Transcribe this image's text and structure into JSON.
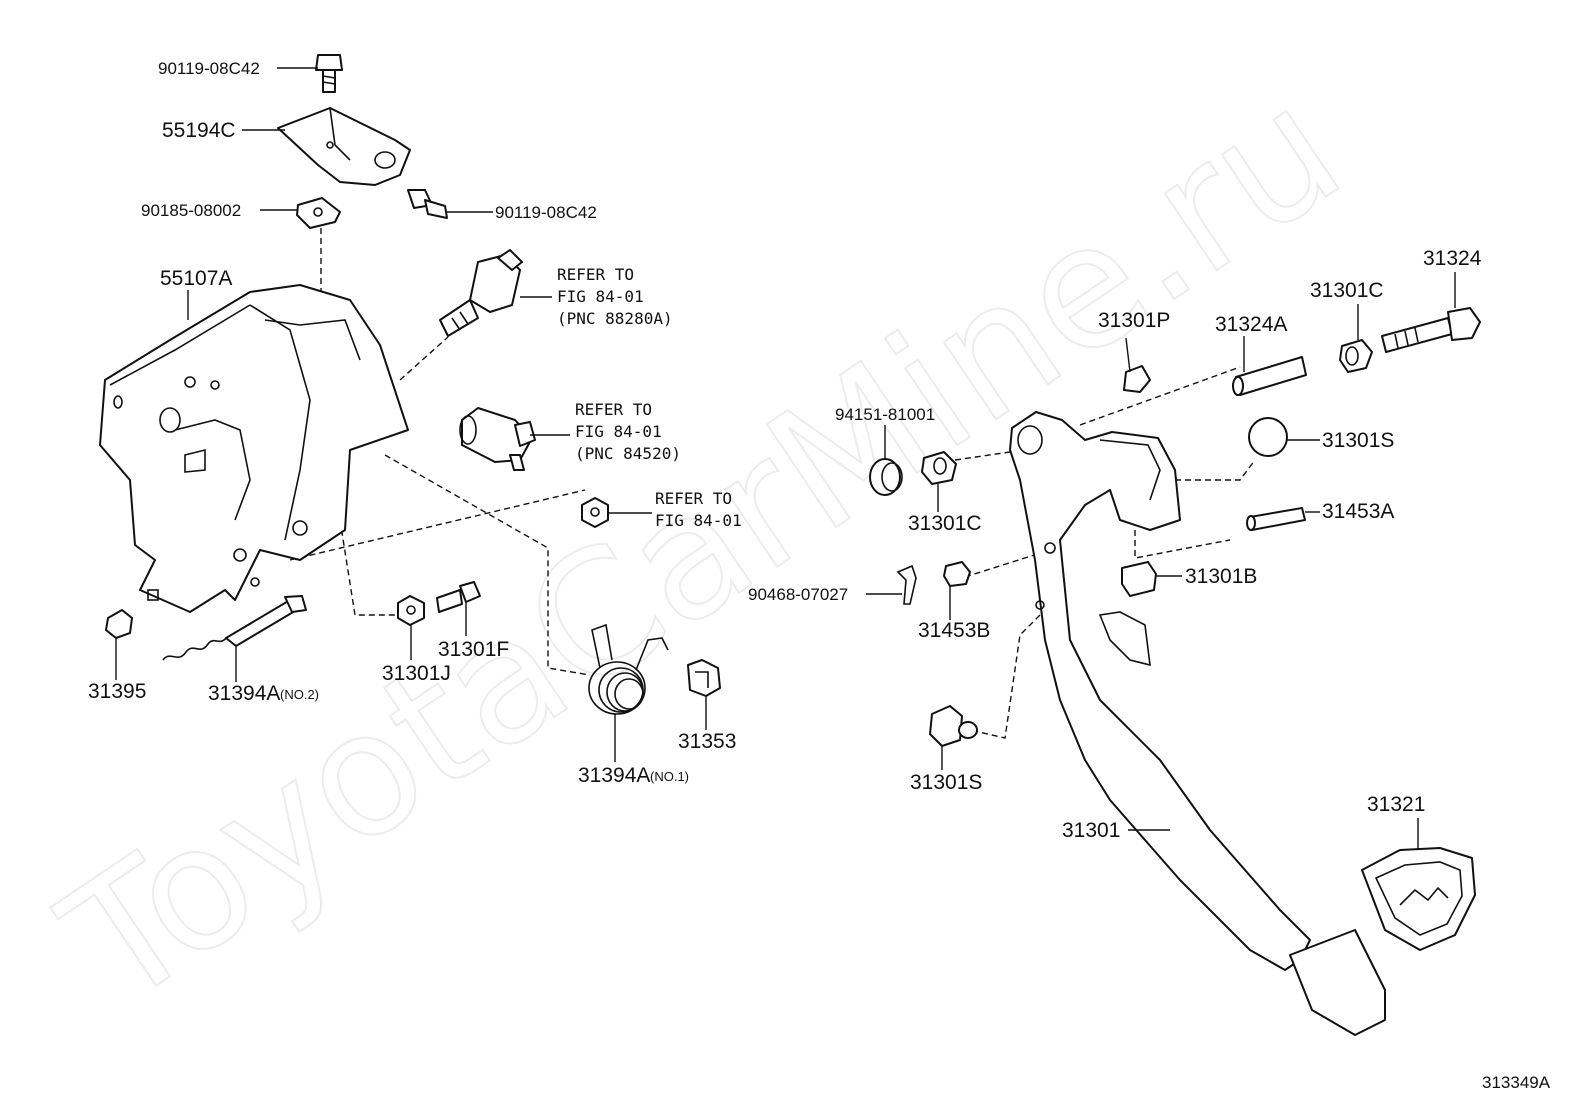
{
  "watermark": "ToyotaCarMine.ru",
  "diagram_code": "313349A",
  "labels": {
    "p90119_top": "90119-08C42",
    "p55194c": "55194C",
    "p90185": "90185-08002",
    "p90119_mid": "90119-08C42",
    "p55107a": "55107A",
    "p31395": "31395",
    "p31394a_no2": "31394A",
    "no2": "(NO.2)",
    "p31301j": "31301J",
    "p31301f": "31301F",
    "p31353": "31353",
    "p31394a_no1": "31394A",
    "no1": "(NO.1)",
    "p31301p": "31301P",
    "p31324a": "31324A",
    "p31301c_top": "31301C",
    "p31324": "31324",
    "p94151": "94151-81001",
    "p31301c_low": "31301C",
    "p31301s_right": "31301S",
    "p31453a": "31453A",
    "p31301b": "31301B",
    "p90468": "90468-07027",
    "p31453b": "31453B",
    "p31301s_low": "31301S",
    "p31301": "31301",
    "p31321": "31321"
  },
  "refer": {
    "r1": [
      "REFER TO",
      "FIG 84-01",
      "(PNC 88280A)"
    ],
    "r2": [
      "REFER TO",
      "FIG 84-01",
      "(PNC 84520)"
    ],
    "r3": [
      "REFER TO",
      "FIG 84-01"
    ]
  }
}
